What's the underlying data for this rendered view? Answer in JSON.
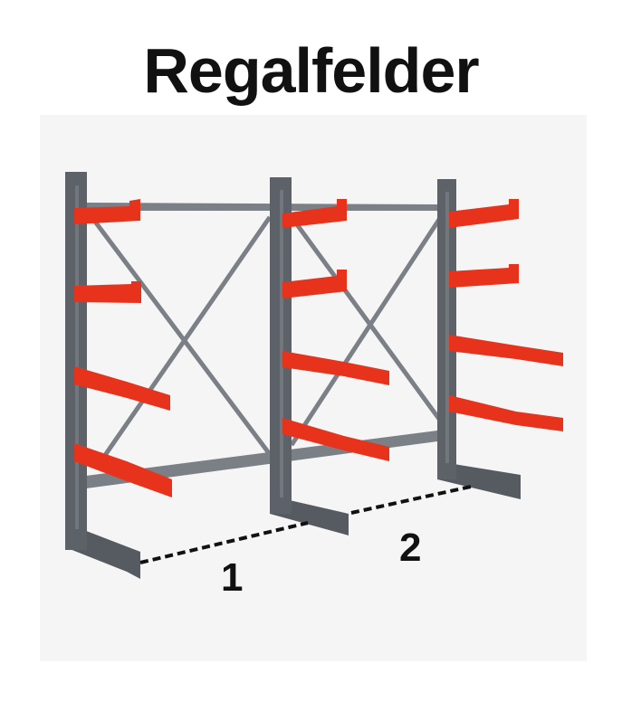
{
  "title": "Regalfelder",
  "bays": [
    {
      "label": "1"
    },
    {
      "label": "2"
    }
  ],
  "colors": {
    "upright": "#5d6268",
    "arm": "#e8331c",
    "dash": "#111111",
    "background": "#f5f5f5"
  }
}
